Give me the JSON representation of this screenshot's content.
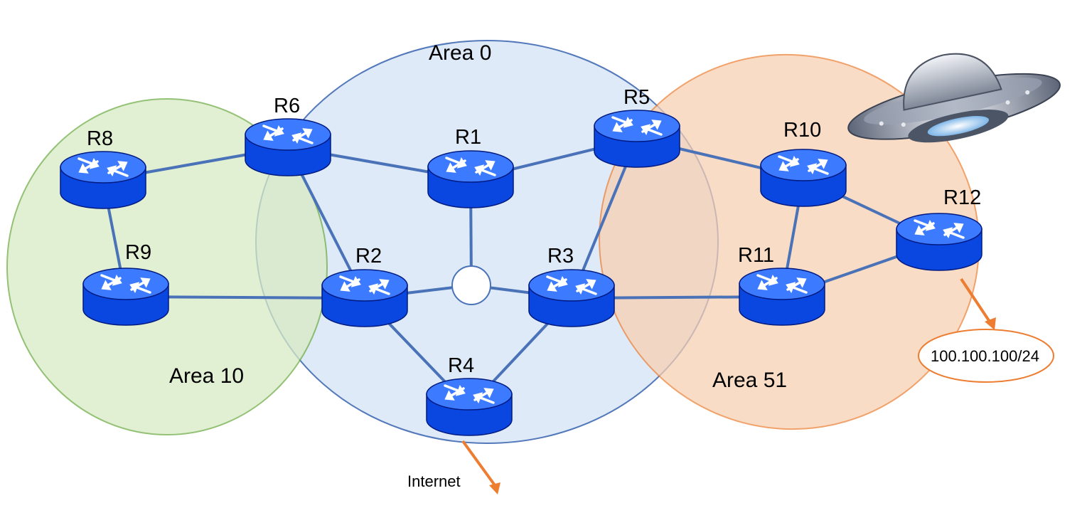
{
  "areas": {
    "area0": {
      "label": "Area 0",
      "fill": "#dde9f7",
      "stroke": "#4a72b8"
    },
    "area10": {
      "label": "Area 10",
      "fill": "#d8ebc4",
      "stroke": "#70ad47"
    },
    "area51": {
      "label": "Area 51",
      "fill": "#f8cfb0",
      "stroke": "#ed7d31"
    }
  },
  "routers": [
    {
      "id": "R1",
      "label": "R1"
    },
    {
      "id": "R2",
      "label": "R2"
    },
    {
      "id": "R3",
      "label": "R3"
    },
    {
      "id": "R4",
      "label": "R4"
    },
    {
      "id": "R5",
      "label": "R5"
    },
    {
      "id": "R6",
      "label": "R6"
    },
    {
      "id": "R8",
      "label": "R8"
    },
    {
      "id": "R9",
      "label": "R9"
    },
    {
      "id": "R10",
      "label": "R10"
    },
    {
      "id": "R11",
      "label": "R11"
    },
    {
      "id": "R12",
      "label": "R12"
    }
  ],
  "links": [
    [
      "R8",
      "R6"
    ],
    [
      "R8",
      "R9"
    ],
    [
      "R9",
      "R2"
    ],
    [
      "R6",
      "R1"
    ],
    [
      "R6",
      "R2"
    ],
    [
      "R1",
      "R5"
    ],
    [
      "R1",
      "HUB"
    ],
    [
      "R2",
      "HUB"
    ],
    [
      "R3",
      "HUB"
    ],
    [
      "R5",
      "R3"
    ],
    [
      "R5",
      "R10"
    ],
    [
      "R2",
      "R4"
    ],
    [
      "R3",
      "R4"
    ],
    [
      "R3",
      "R11"
    ],
    [
      "R10",
      "R11"
    ],
    [
      "R10",
      "R12"
    ],
    [
      "R11",
      "R12"
    ]
  ],
  "external": {
    "internet_label": "Internet",
    "prefix_label": "100.100.100/24"
  },
  "colors": {
    "link": "#4a72b8",
    "router_body": "#0a46e0",
    "router_top": "#3c7bff",
    "arrow": "#ed7d31"
  },
  "icons": {
    "ufo": "ufo-icon",
    "router": "router-icon"
  }
}
